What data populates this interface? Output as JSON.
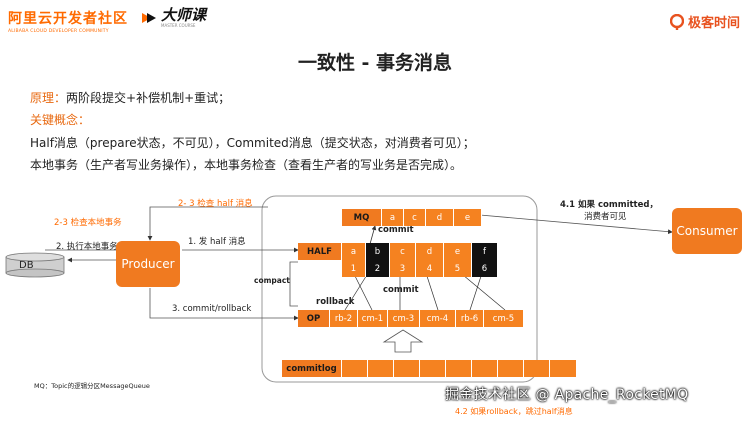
{
  "header": {
    "brand_title": "阿里云开发者社区",
    "brand_subtitle": "ALIBABA CLOUD DEVELOPER COMMUNITY",
    "brand2_title": "大师课",
    "brand2_subtitle": "MASTER COURSE",
    "geek_title": "极客时间"
  },
  "title": "一致性 - 事务消息",
  "body": {
    "principle_label": "原理：",
    "principle_text": "两阶段提交+补偿机制+重试；",
    "concept_label": "关键概念：",
    "line1": "Half消息（prepare状态，不可见），Commited消息（提交状态，对消费者可见）；",
    "line2": "本地事务（生产者写业务操作），本地事务检查（查看生产者的写业务是否完成）。"
  },
  "diagram": {
    "db_label": "DB",
    "producer_label": "Producer",
    "consumer_label": "Consumer",
    "label_check_half": "2- 3 检查 half 消息",
    "label_check_local": "2-3 检查本地事务",
    "label_exec_local": "2. 执行本地事务",
    "label_send_half": "1. 发 half 消息",
    "label_commit_rollback": "3. commit/rollback",
    "label_if_committed_1": "4.1 如果 committed，",
    "label_if_committed_2": "消费者可见",
    "label_commit_top": "commit",
    "label_commit_mid": "commit",
    "label_rollback": "rollback",
    "label_compact": "compact",
    "mq_row": {
      "label": "MQ",
      "cells": [
        "a",
        "c",
        "d",
        "e"
      ]
    },
    "half_row": {
      "label": "HALF",
      "top": [
        "a",
        "b",
        "c",
        "d",
        "e",
        "f"
      ],
      "bottom": [
        "1",
        "2",
        "3",
        "4",
        "5",
        "6"
      ]
    },
    "op_row": {
      "label": "OP",
      "cells": [
        "rb-2",
        "cm-1",
        "cm-3",
        "cm-4",
        "rb-6",
        "cm-5"
      ]
    },
    "commitlog_label": "commitlog",
    "footnote": "MQ：Topic的逻辑分区MessageQueue"
  },
  "watermark": "掘金技术社区 @ Apache_RocketMQ",
  "watermark_small": "4.2 如果rollback，跳过half消息",
  "colors": {
    "accent": "#f07a20",
    "dark": "#111111"
  }
}
